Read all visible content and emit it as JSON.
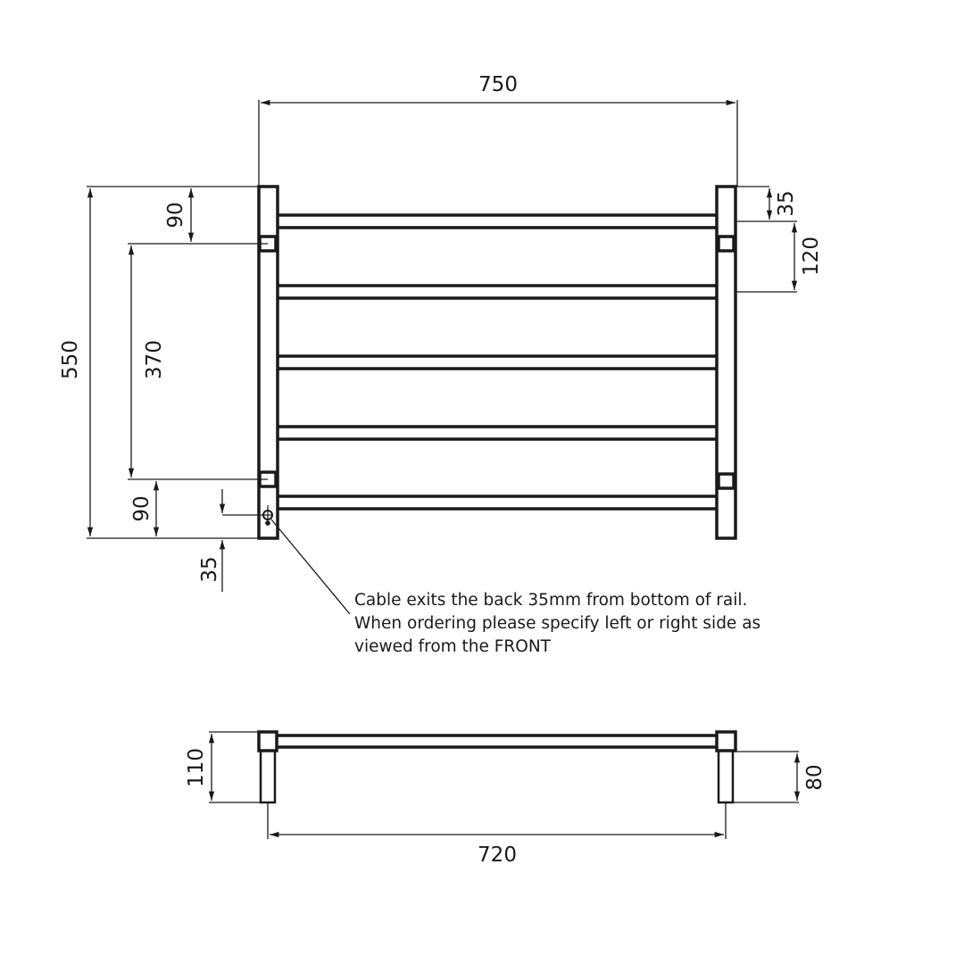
{
  "drawing": {
    "type": "heated towel rail technical drawing",
    "units": "mm",
    "front_view": {
      "dimensions": {
        "overall_width": "750",
        "overall_height": "550",
        "top_to_bracket": "90",
        "bracket_spacing": "370",
        "bracket_to_bottom": "90",
        "cable_from_bottom": "35",
        "top_to_first_bar": "35",
        "bar_spacing": "120"
      },
      "bars_count": 5
    },
    "note": {
      "lines": [
        "Cable exits the back 35mm from bottom of rail.",
        "When ordering please specify left or right side as",
        "viewed from the FRONT"
      ]
    },
    "plan_view": {
      "dimensions": {
        "depth_overall": "110",
        "wall_to_rail": "80",
        "bracket_centres": "720"
      }
    },
    "colors": {
      "line": "#1a1a1a",
      "background": "#ffffff"
    }
  }
}
